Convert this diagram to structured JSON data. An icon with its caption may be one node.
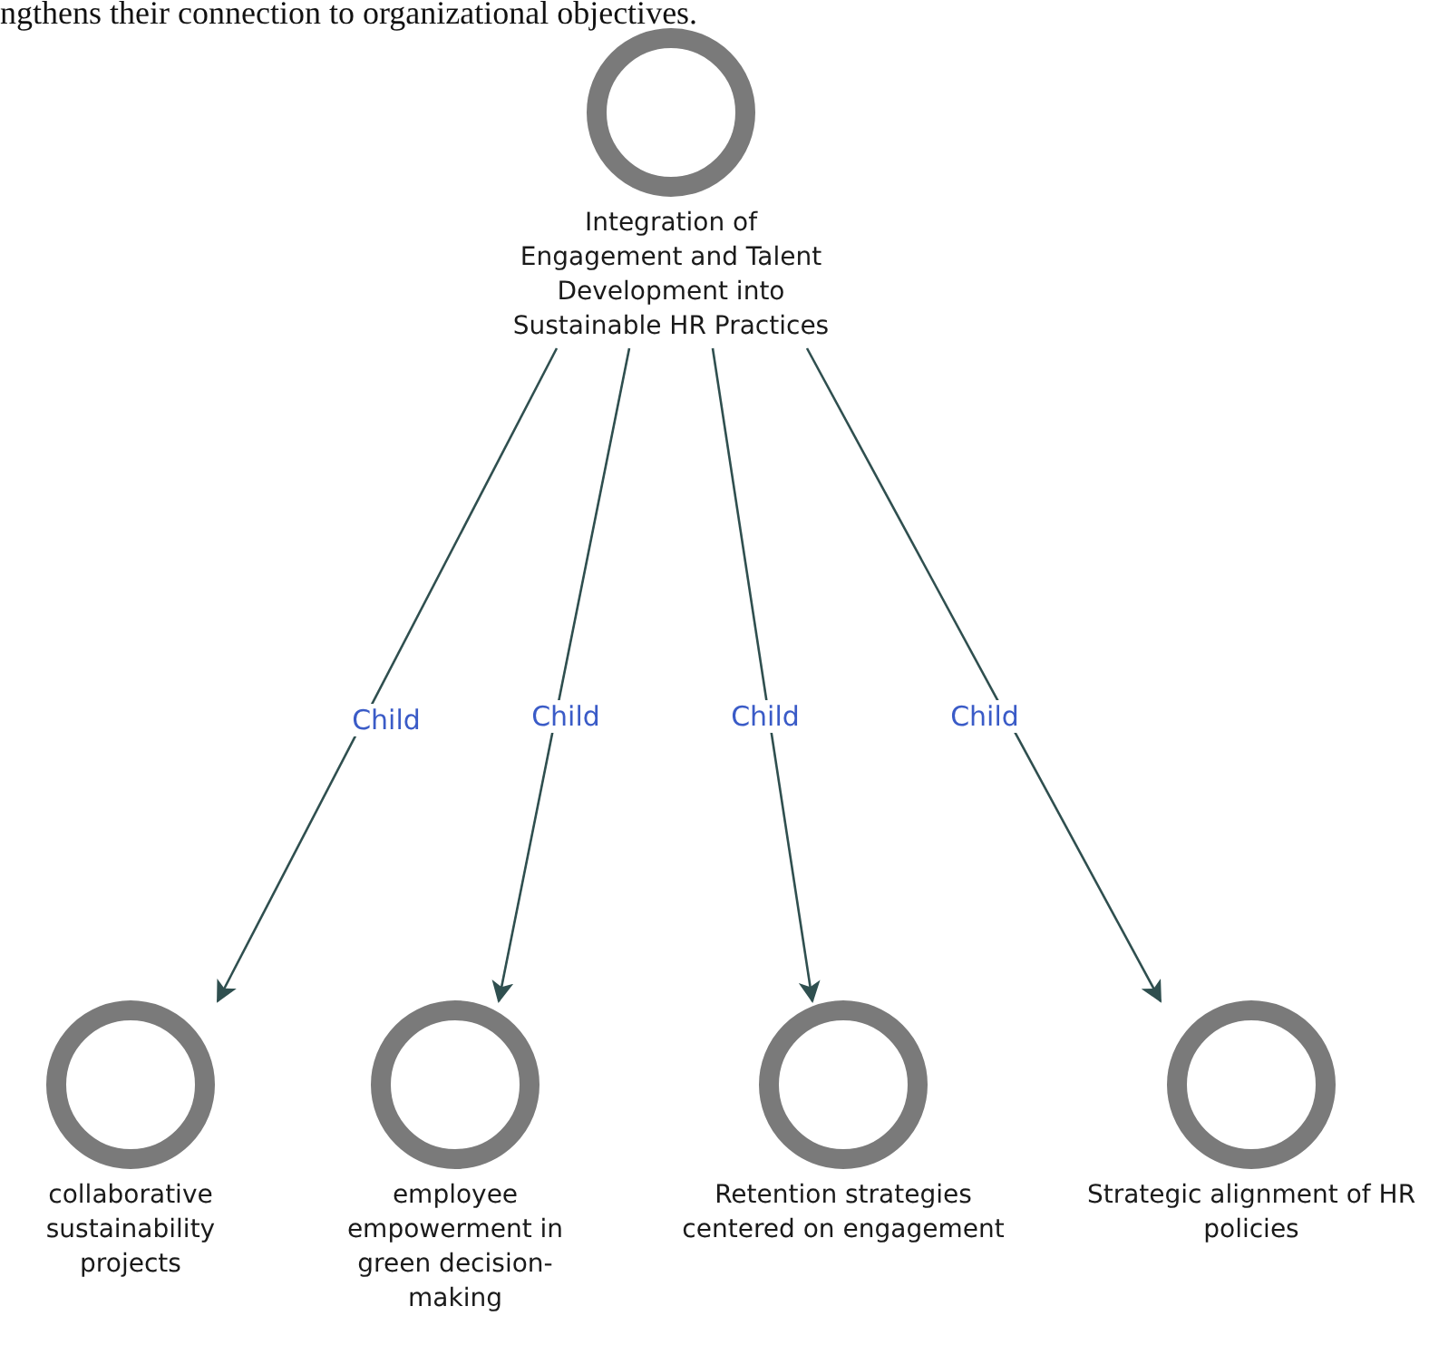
{
  "diagram": {
    "nodes": [
      {
        "text": [
          "Integration of Engagement and Talent Development into Sustainable HR Practices"
        ]
      },
      {
        "text": [
          "collaborative sustainability projects"
        ]
      },
      {
        "text": [
          "employee empowerment in green decision-making"
        ]
      },
      {
        "text": [
          "Retention strategies centered on engagement"
        ]
      },
      {
        "text": [
          "Strategic alignment of HR policies"
        ]
      }
    ],
    "edges": [
      {
        "from": 0,
        "to": 1,
        "arrow": "to",
        "label": "Child"
      },
      {
        "from": 0,
        "to": 2,
        "arrow": "to",
        "label": "Child"
      },
      {
        "from": 0,
        "to": 3,
        "arrow": "to",
        "label": "Child"
      },
      {
        "from": 0,
        "to": 4,
        "arrow": "to",
        "label": "Child"
      }
    ],
    "labels": [
      "ngthens their connection to organizational objectives."
    ]
  }
}
